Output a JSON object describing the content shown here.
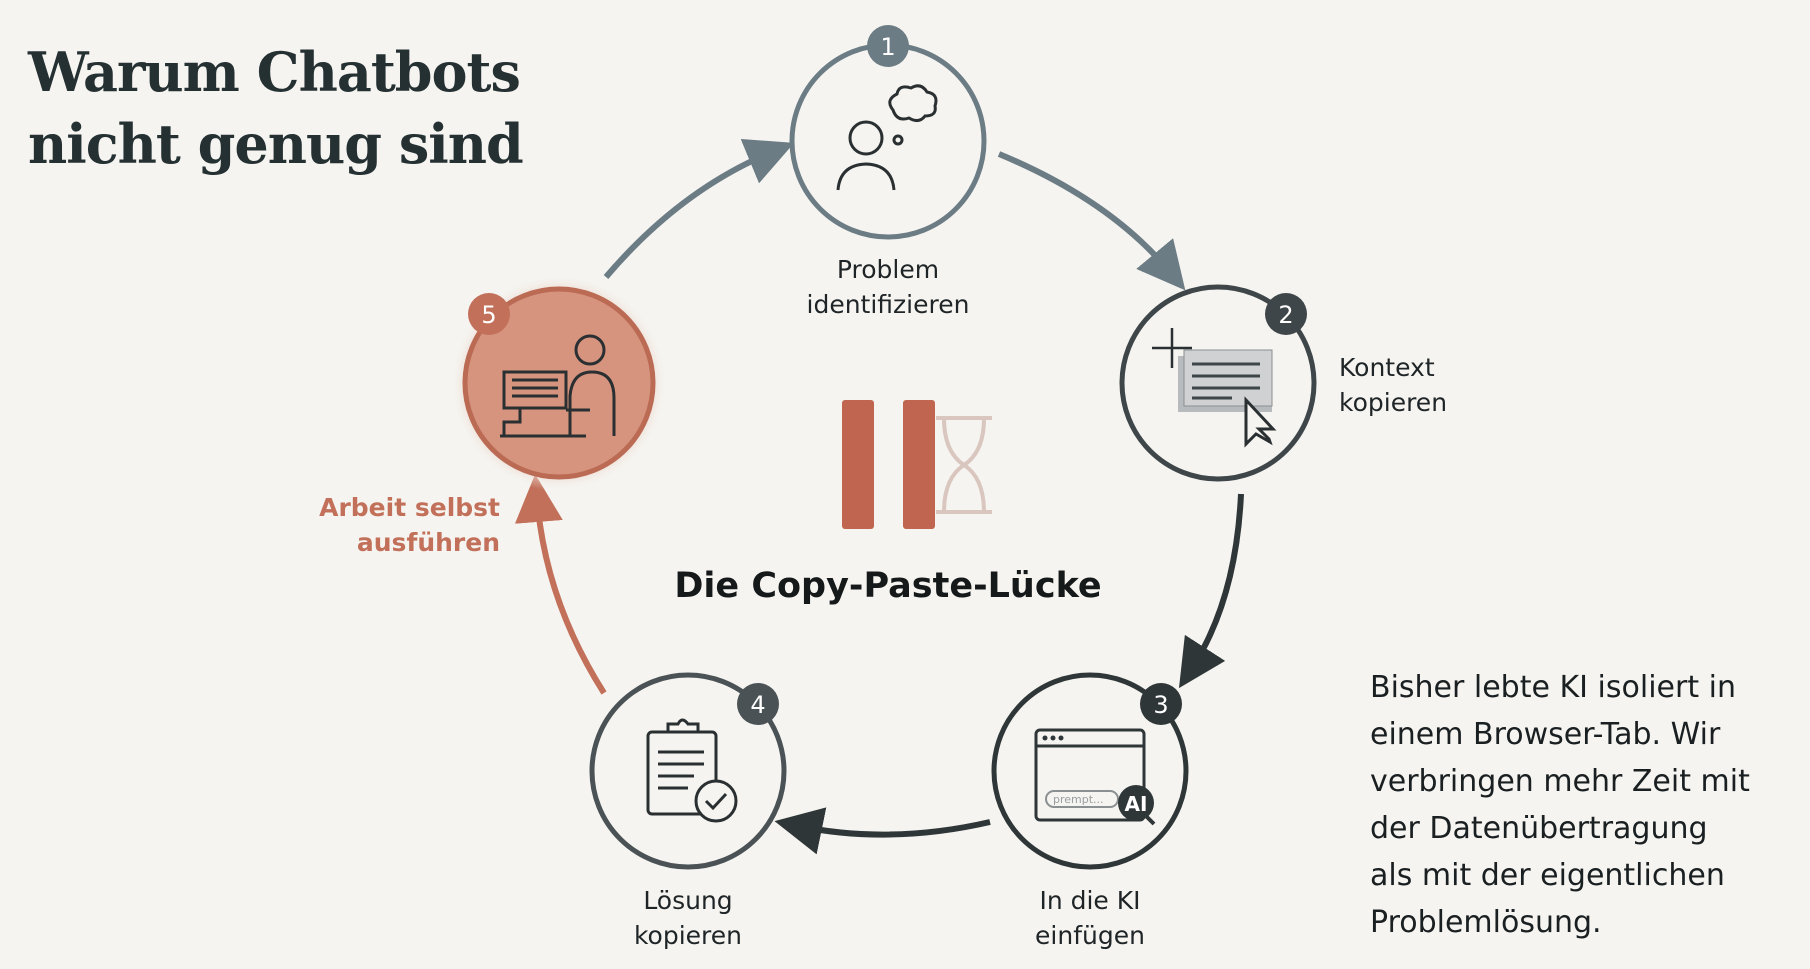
{
  "title": {
    "line1": "Warum Chatbots",
    "line2": "nicht genug sind"
  },
  "center": {
    "label": "Die Copy-Paste-Lücke",
    "icons": [
      "pause-icon",
      "hourglass-icon"
    ]
  },
  "steps": [
    {
      "number": "1",
      "label_line1": "Problem",
      "label_line2": "identifizieren",
      "icon": "person-thinking-icon"
    },
    {
      "number": "2",
      "label_line1": "Kontext",
      "label_line2": "kopieren",
      "icon": "select-copy-cursor-icon"
    },
    {
      "number": "3",
      "label_line1": "In die KI",
      "label_line2": "einfügen",
      "icon": "browser-ai-prompt-icon",
      "prompt_text": "prempt...",
      "ai_badge": "AI"
    },
    {
      "number": "4",
      "label_line1": "Lösung",
      "label_line2": "kopieren",
      "icon": "clipboard-check-icon"
    },
    {
      "number": "5",
      "label_line1": "Arbeit selbst",
      "label_line2": "ausführen",
      "icon": "person-at-computer-icon",
      "highlighted": true
    }
  ],
  "paragraph": [
    "Bisher lebte KI isoliert in",
    "einem Browser-Tab. Wir",
    "verbringen mehr Zeit mit",
    "der Datenübertragung",
    "als mit der eigentlichen",
    "Problemlösung."
  ],
  "colors": {
    "background": "#f5f4f0",
    "accent": "#c2705a",
    "accent_fill": "#d6947f",
    "slate": "#6c7c85",
    "dark": "#2f3638"
  }
}
